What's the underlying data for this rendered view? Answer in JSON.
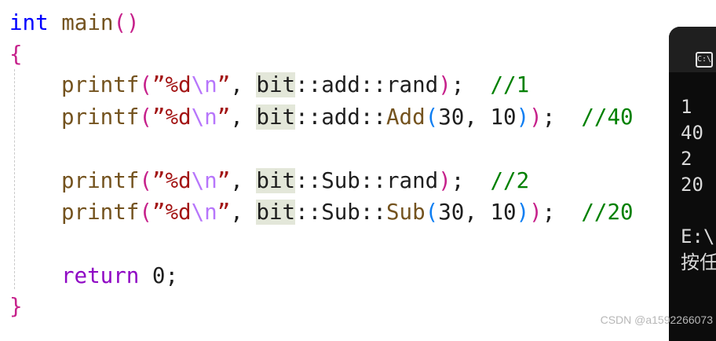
{
  "editor": {
    "line1": {
      "type": "int",
      "name": "main",
      "open": "(",
      "close": ")"
    },
    "line2": {
      "brace": "{"
    },
    "line3": {
      "fn": "printf",
      "lp": "(",
      "q1": "”",
      "fmt": "%d",
      "esc": "\\n",
      "q2": "”",
      "comma": ", ",
      "ns1": "bit",
      "mid": "::add::rand",
      "rp": ")",
      "semi": ";",
      "comment": "//1"
    },
    "line4": {
      "fn": "printf",
      "lp": "(",
      "q1": "”",
      "fmt": "%d",
      "esc": "\\n",
      "q2": "”",
      "comma": ", ",
      "ns1": "bit",
      "mid": "::add::",
      "call": "Add",
      "ilp": "(",
      "args": "30, 10",
      "irp": ")",
      "rp": ")",
      "semi": ";",
      "comment": "//40"
    },
    "line5": {
      "fn": "printf",
      "lp": "(",
      "q1": "”",
      "fmt": "%d",
      "esc": "\\n",
      "q2": "”",
      "comma": ", ",
      "ns1": "bit",
      "mid": "::Sub::rand",
      "rp": ")",
      "semi": ";",
      "comment": "//2"
    },
    "line6": {
      "fn": "printf",
      "lp": "(",
      "q1": "”",
      "fmt": "%d",
      "esc": "\\n",
      "q2": "”",
      "comma": ", ",
      "ns1": "bit",
      "mid": "::Sub::",
      "call": "Sub",
      "ilp": "(",
      "args": "30, 10",
      "irp": ")",
      "rp": ")",
      "semi": ";",
      "comment": "//20"
    },
    "line7": {
      "kw": "return",
      "value": " 0;"
    },
    "line8": {
      "brace": "}"
    }
  },
  "console": {
    "icon": "console-app-icon",
    "icon_text": "C:\\",
    "lines": [
      "1",
      "40",
      "2",
      "20",
      "",
      "E:\\",
      "按任"
    ]
  },
  "watermark": "CSDN @a1592266073",
  "colors": {
    "keyword": "#0000ff",
    "return_keyword": "#8f08c4",
    "function": "#74531f",
    "string": "#a31515",
    "escape": "#b776fb",
    "comment": "#008000",
    "brace": "#c6218b",
    "namespace_highlight": "#e3e7d9",
    "console_bg": "#0c0c0c"
  }
}
